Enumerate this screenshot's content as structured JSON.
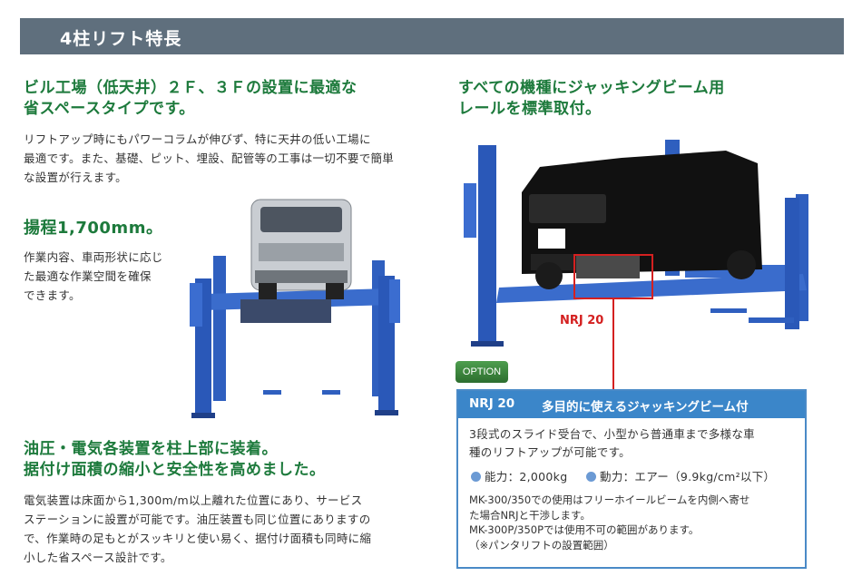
{
  "header": {
    "title": "4柱リフト特長"
  },
  "section1": {
    "heading_line1": "ビル工場（低天井）２Ｆ、３Ｆの設置に最適な",
    "heading_line2": "省スペースタイプです。",
    "body_lines": [
      "リフトアップ時にもパワーコラムが伸びず、特に天井の低い工場に",
      "最適です。また、基礎、ピット、埋設、配管等の工事は一切不要で簡単",
      "な設置が行えます。"
    ]
  },
  "section2": {
    "heading": "揚程1,700mm。",
    "body_lines": [
      "作業内容、車両形状に応じ",
      "た最適な作業空間を確保",
      "できます。"
    ]
  },
  "section3": {
    "heading_line1": "油圧・電気各装置を柱上部に装着。",
    "heading_line2": "据付け面積の縮小と安全性を高めました。",
    "body_lines": [
      "電気装置は床面から1,300m/m以上離れた位置にあり、サービス",
      "ステーションに設置が可能です。油圧装置も同じ位置にありますの",
      "で、作業時の足もとがスッキリと使い易く、据付け面積も同時に縮",
      "小した省スペース設計です。"
    ]
  },
  "section4": {
    "heading_line1": "すべての機種にジャッキングビーム用",
    "heading_line2": "レールを標準取付。"
  },
  "callout": {
    "label": "NRJ 20"
  },
  "option_button": {
    "label": "OPTION"
  },
  "panel": {
    "title_model": "NRJ 20",
    "title_text": "多目的に使えるジャッキングビーム付",
    "body_lines": [
      "3段式のスライド受台で、小型から普通車まで多様な車",
      "種のリフトアップが可能です。"
    ],
    "spec1": "能力：2,000kg",
    "spec2": "動力：エアー（9.9kg/cm²以下）",
    "note_lines": [
      "MK-300/350での使用はフリーホイールビームを内側へ寄せ",
      "た場合NRJと干渉します。",
      "MK-300P/350Pでは使用不可の範囲があります。",
      "（※パンタリフトの設置範囲）"
    ]
  },
  "colors": {
    "header_bg": "#5f6f7d",
    "heading_green": "#1d7a3c",
    "panel_blue": "#3b86c9",
    "callout_red": "#d42020",
    "lift_blue": "#2f5fbf"
  },
  "images": {
    "lift_with_van": "four-post-lift-with-van",
    "lift_with_car": "four-post-lift-with-minivan"
  }
}
